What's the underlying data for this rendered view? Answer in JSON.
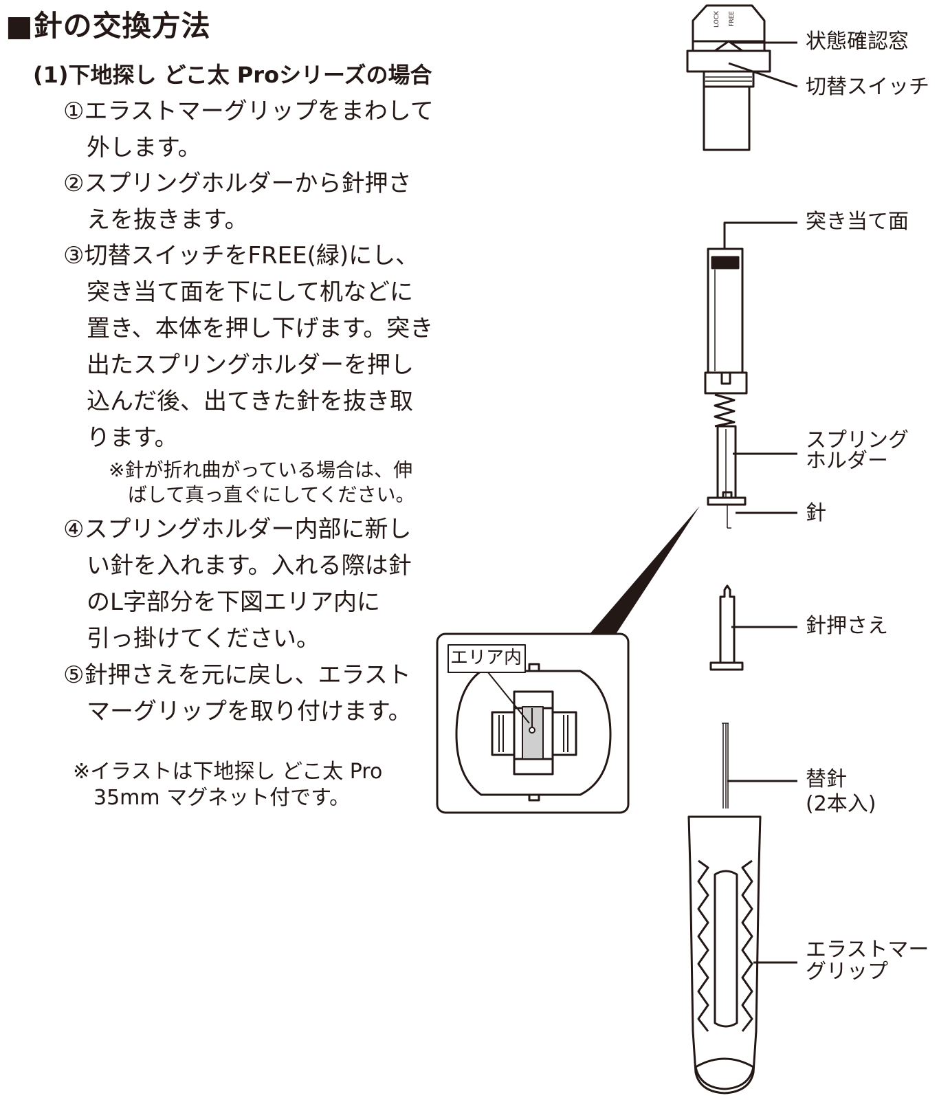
{
  "heading": "■針の交換方法",
  "section": "(1)下地探し どこ太 Proシリーズの場合",
  "steps": {
    "s1": [
      "①エラストマーグリップをまわして",
      "　外します。"
    ],
    "s2": [
      "②スプリングホルダーから針押さ",
      "　えを抜きます。"
    ],
    "s3": [
      "③切替スイッチをFREE(緑)にし、",
      "　突き当て面を下にして机などに",
      "　置き、本体を押し下げます。突き",
      "　出たスプリングホルダーを押し",
      "　込んだ後、出てきた針を抜き取",
      "　ります。"
    ],
    "note": [
      "※針が折れ曲がっている場合は、伸",
      "　ばして真っ直ぐにしてください。"
    ],
    "s4": [
      "④スプリングホルダー内部に新し",
      "　い針を入れます。入れる際は針",
      "　のL字部分を下図エリア内に",
      "　引っ掛けてください。"
    ],
    "s5": [
      "⑤針押さえを元に戻し、エラスト",
      "　マーグリップを取り付けます。"
    ]
  },
  "illustration_note": [
    "※イラストは下地探し どこ太 Pro",
    "　35mm マグネット付です。"
  ],
  "labels": {
    "status_window": "状態確認窓",
    "switch": "切替スイッチ",
    "contact_face": "突き当て面",
    "spring_holder": [
      "スプリング",
      "ホルダー"
    ],
    "needle": "針",
    "needle_holder": "針押さえ",
    "spare_needle": [
      "替針",
      "(2本入)"
    ],
    "grip": [
      "エラストマー",
      "グリップ"
    ],
    "area": "エリア内",
    "cap_free": "FREE",
    "cap_lock": "LOCK"
  }
}
